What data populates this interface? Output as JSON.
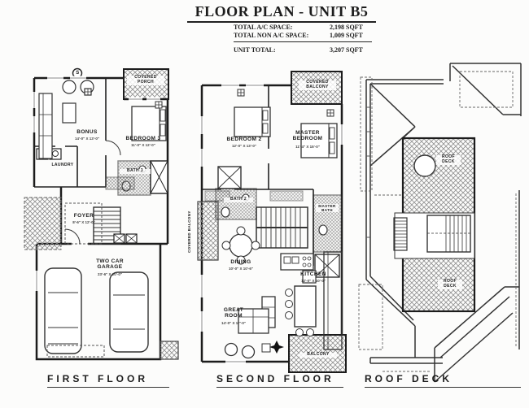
{
  "colors": {
    "ink": "#1c1c1c",
    "hatch": "#999999",
    "paper": "#fcfcfb"
  },
  "header": {
    "title": "FLOOR PLAN - UNIT B5",
    "specs": {
      "ac": {
        "label": "TOTAL A/C SPACE:",
        "value": "2,198 SQFT"
      },
      "non_ac": {
        "label": "TOTAL NON A/C SPACE:",
        "value": "1,009 SQFT"
      },
      "total": {
        "label": "UNIT TOTAL:",
        "value": "3,207 SQFT"
      }
    }
  },
  "first_floor": {
    "floor_label": "FIRST FLOOR",
    "covered_porch": "COVERED PORCH",
    "smoke_marker": "S",
    "bonus": {
      "name": "BONUS",
      "dims": "14'-0\" X 13'-0\""
    },
    "bedroom3": {
      "name": "BEDROOM 3",
      "dims": "11'-0\" X 12'-0\""
    },
    "laundry": "LAUNDRY",
    "bath3": "BATH 3",
    "foyer": {
      "name": "FOYER",
      "dims": "8'-6\" X 12'-0\""
    },
    "garage": {
      "name": "TWO CAR GARAGE",
      "dims": "23'-6\" X 20'-0\""
    }
  },
  "second_floor": {
    "floor_label": "SECOND FLOOR",
    "covered_balcony": "COVERED BALCONY",
    "covered_balcony_side": "COVERED BALCONY",
    "bedroom2": {
      "name": "BEDROOM 2",
      "dims": "12'-0\" X 13'-0\""
    },
    "master_bedroom": {
      "name": "MASTER BEDROOM",
      "dims": "11'-4\" X 15'-0\""
    },
    "bath2": "BATH 2",
    "master_bath": "MASTER BATH",
    "dining": {
      "name": "DINING",
      "dims": "10'-0\" X 10'-6\""
    },
    "kitchen": {
      "name": "KITCHEN",
      "dims": "12'-0\" X 10'-0\""
    },
    "great_room": {
      "name": "GREAT ROOM",
      "dims": "14'-0\" X 17'-0\""
    },
    "balcony": "BALCONY"
  },
  "roof_deck": {
    "floor_label": "ROOF DECK",
    "deck_upper": "ROOF DECK",
    "deck_lower": "ROOF DECK"
  }
}
